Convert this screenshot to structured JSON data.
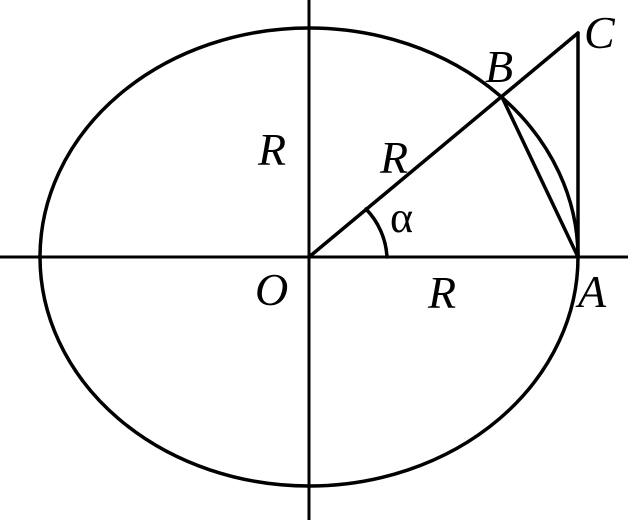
{
  "diagram": {
    "labels": {
      "origin": "O",
      "point_a": "A",
      "point_b": "B",
      "point_c": "C",
      "radius_vertical": "R",
      "radius_diagonal": "R",
      "radius_horizontal": "R",
      "angle": "α"
    }
  }
}
